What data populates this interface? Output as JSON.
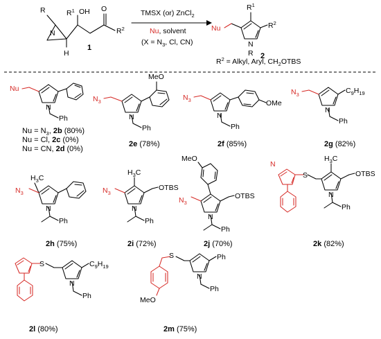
{
  "reaction": {
    "reagent_top": "TMSX (or) ZnCl",
    "reagent_top_sub": "2",
    "reagent_nu": "Nu",
    "reagent_solvent": ", solvent",
    "conditions": "(X = N",
    "conditions_sub": "3",
    "conditions_rest": ", Cl, CN)",
    "sm_label": "1",
    "prod_label": "2",
    "r2_note": "R",
    "r2_note_sup": "2",
    "r2_note_rest": " = Alkyl, Aryl, CH",
    "r2_note_sub": "2",
    "r2_note_end": "OTBS",
    "sm_atoms": {
      "R": "R",
      "R1": "R",
      "R1_sup": "1",
      "OH": "OH",
      "O": "O",
      "R2": "R",
      "R2_sup": "2",
      "N": "N",
      "H": "H"
    },
    "prod_atoms": {
      "R1": "R",
      "R1_sup": "1",
      "Nu": "Nu",
      "N": "N",
      "R": "R",
      "R2": "R",
      "R2_sup": "2"
    }
  },
  "variants": [
    {
      "nu": "Nu = N",
      "nu_sub": "3",
      "label": "2b",
      "yield": "(80%)"
    },
    {
      "nu": "Nu = Cl,",
      "label": "2c",
      "yield": "(0%)"
    },
    {
      "nu": "Nu = CN,",
      "label": "2d",
      "yield": "(0%)"
    }
  ],
  "compounds": [
    {
      "id": "2e",
      "yield": "(78%)"
    },
    {
      "id": "2f",
      "yield": "(85%)"
    },
    {
      "id": "2g",
      "yield": "(82%)"
    },
    {
      "id": "2h",
      "yield": "(75%)"
    },
    {
      "id": "2i",
      "yield": "(72%)"
    },
    {
      "id": "2j",
      "yield": "(70%)"
    },
    {
      "id": "2k",
      "yield": "(82%)"
    },
    {
      "id": "2l",
      "yield": "(80%)"
    },
    {
      "id": "2m",
      "yield": "(75%)"
    }
  ],
  "atoms": {
    "Nu": "Nu",
    "N3": "N",
    "N3_sub": "3",
    "N": "N",
    "Ph": "Ph",
    "Bn": "Ph",
    "MeO": "MeO",
    "OMe": "OMe",
    "C9H19": "C",
    "C9H19_sub": "9",
    "C9H19_h": "H",
    "C9H19_sub2": "19",
    "H3C": "H",
    "H3C_sub": "3",
    "H3C_c": "C",
    "OTBS": "OTBS",
    "S": "S"
  },
  "colors": {
    "accent_red": "#d62a26",
    "text": "#000000"
  }
}
